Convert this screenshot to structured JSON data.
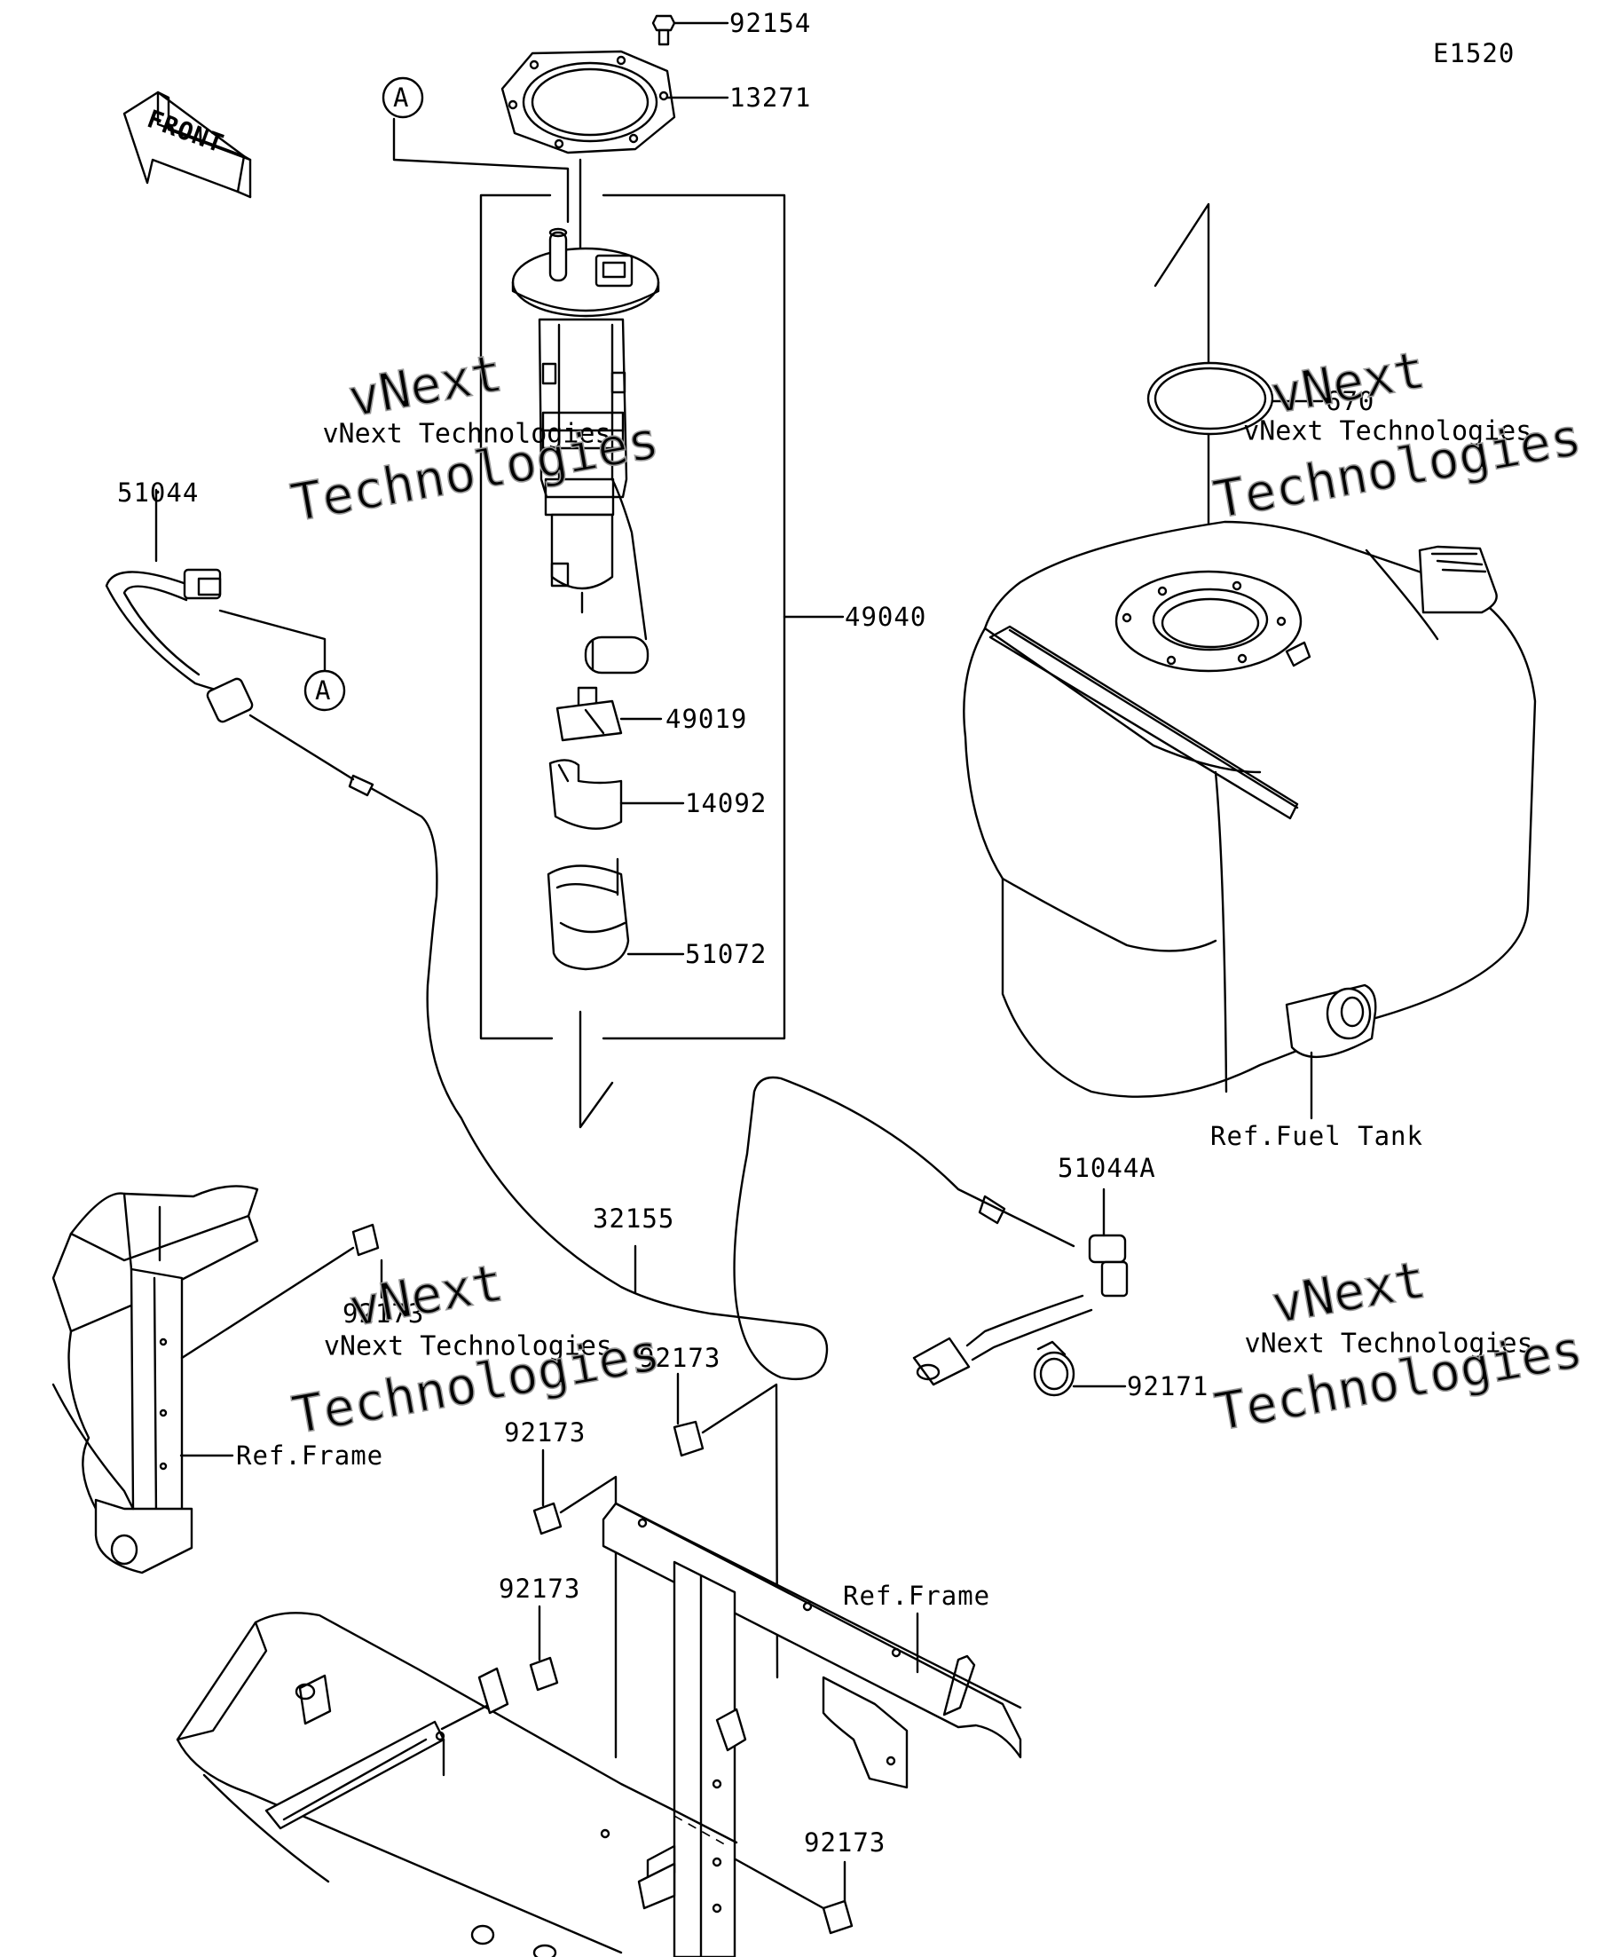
{
  "diagram_code": "E1520",
  "direction_marker": "FRONT",
  "reference_marker": "A",
  "parts": {
    "bolt": "92154",
    "gasket": "13271",
    "pump_assembly": "49040",
    "filter": "49019",
    "band": "14092",
    "cover": "51072",
    "o_ring": "670",
    "hose_front": "51044",
    "hose_rear": "51044A",
    "fuel_line": "32155",
    "clamp": "92171",
    "clip": "92173"
  },
  "references": {
    "fuel_tank": "Ref.Fuel Tank",
    "frame": "Ref.Frame"
  },
  "watermark": {
    "brand": "vNext Technologies",
    "big_top": "vNext",
    "big_bottom": "Technologies"
  }
}
